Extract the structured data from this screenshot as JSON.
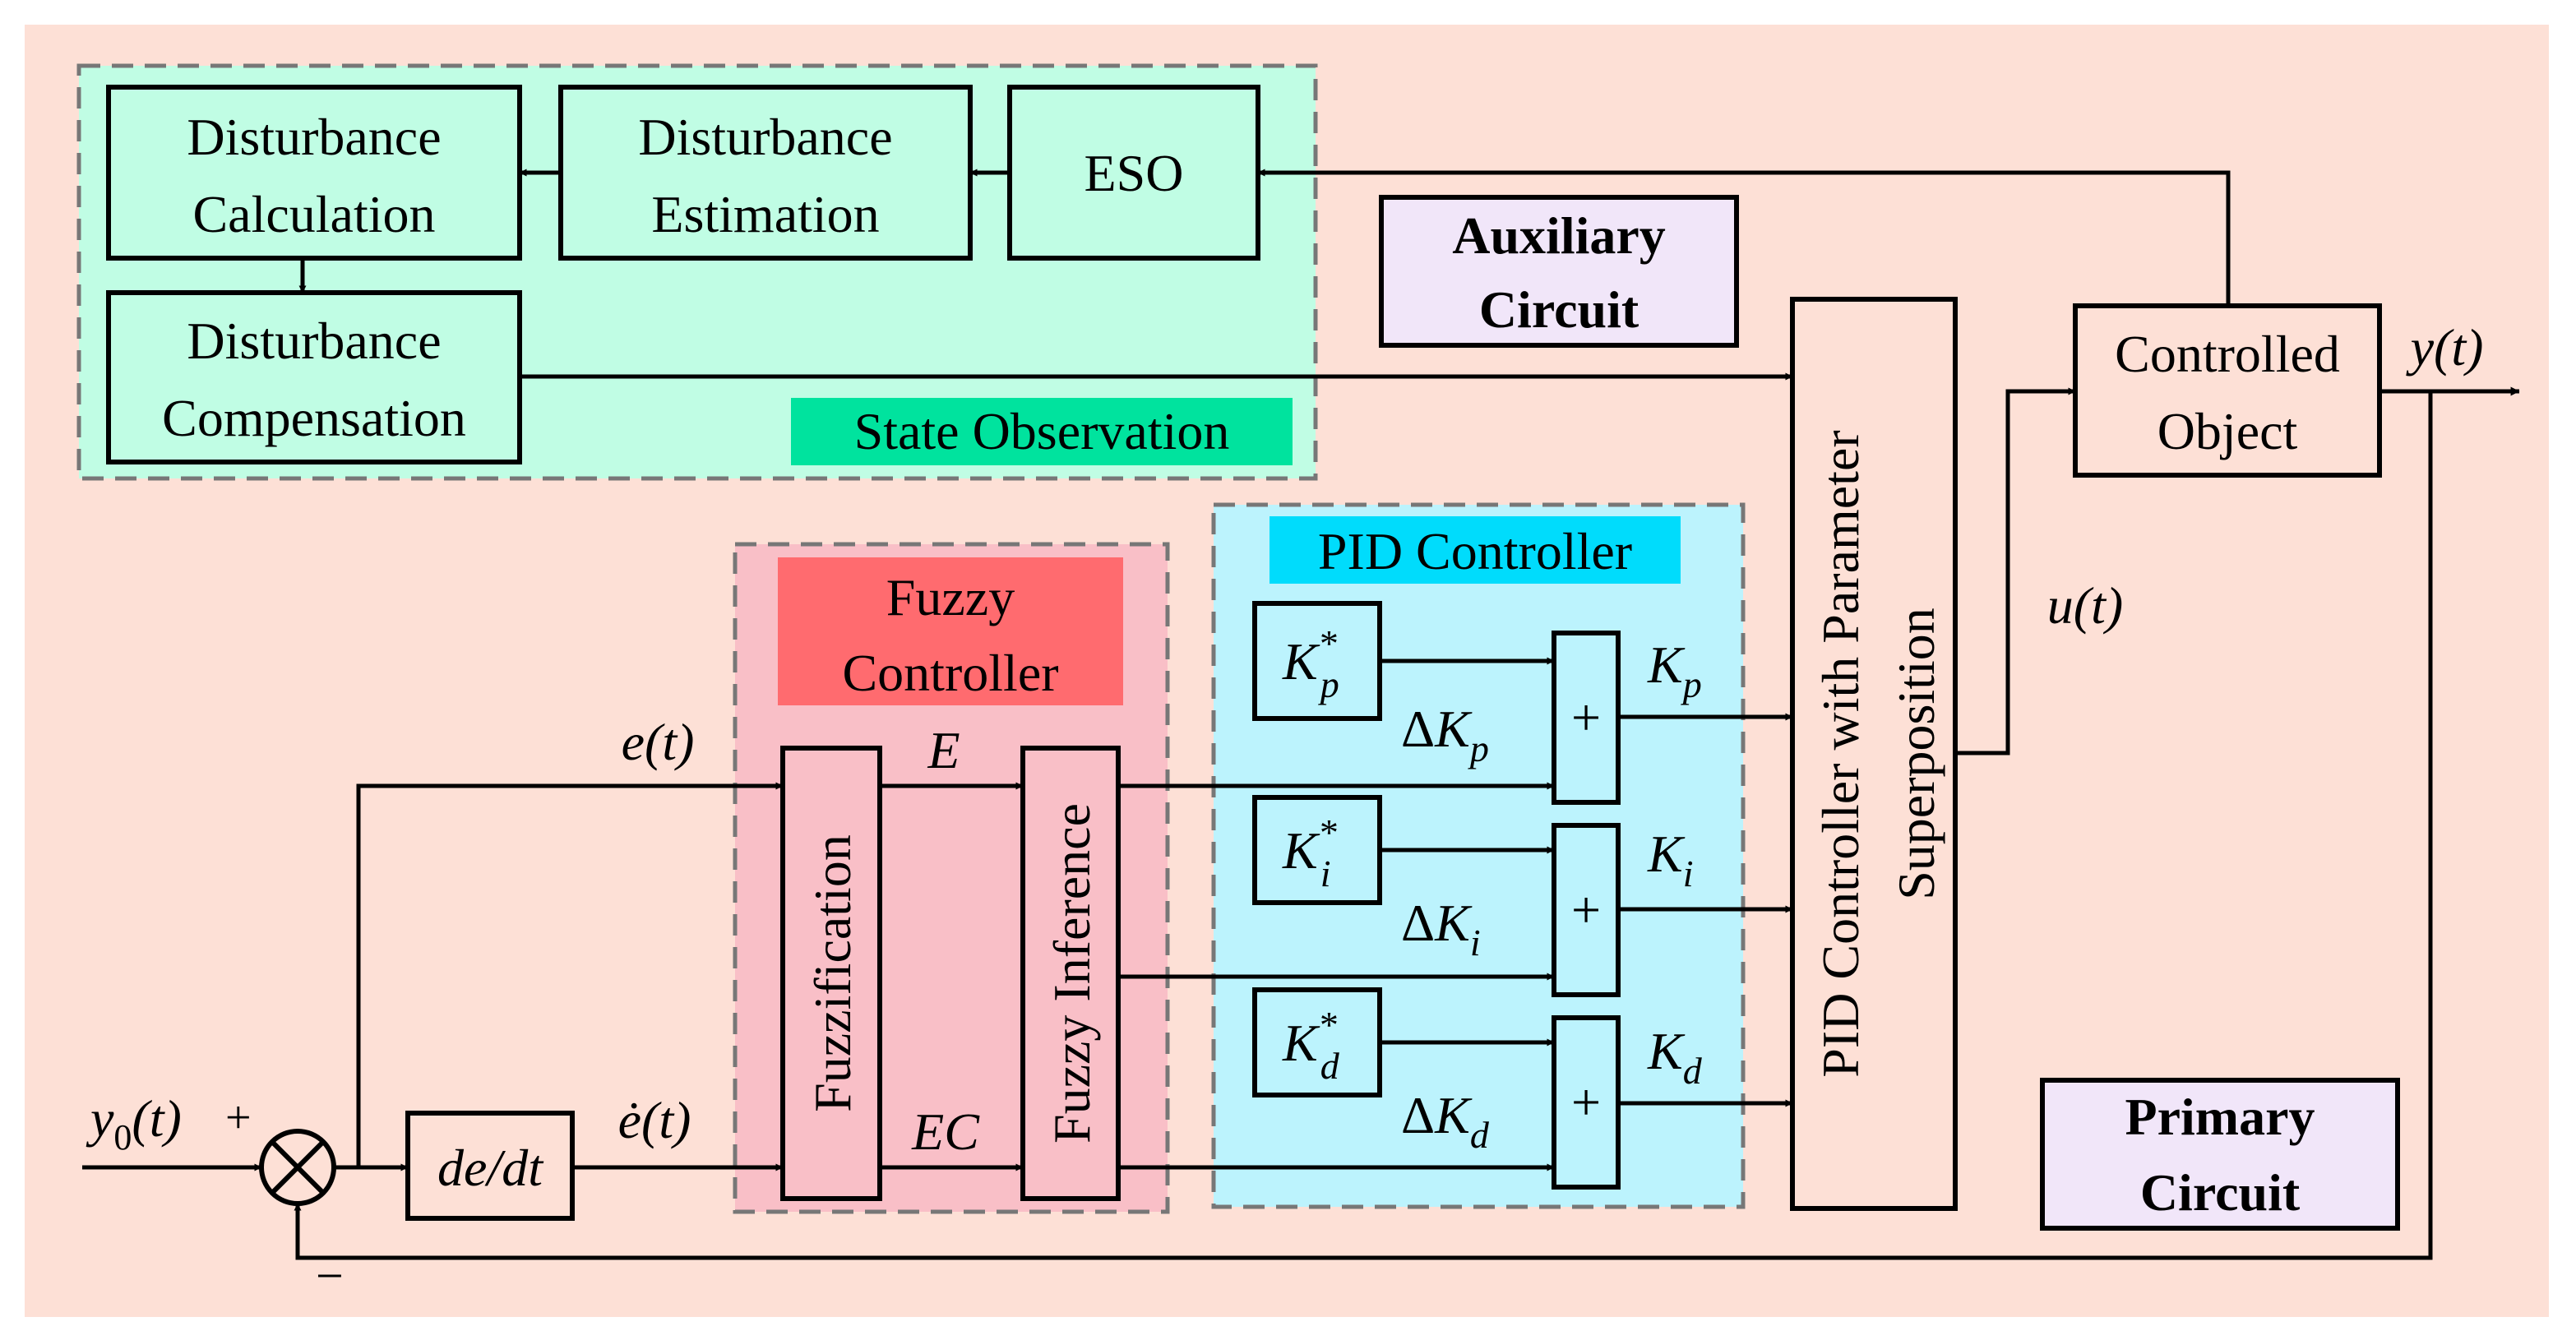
{
  "colors": {
    "background": "#fde0d6",
    "state_observation_region": "#c0fde4",
    "fuzzy_region": "#f9bfc7",
    "fuzzy_title": "#ff6b6f",
    "pid_region": "#bcf3fd",
    "pid_title": "#00dcfc",
    "state_title": "#00e39e",
    "circuit_label": "#f1e6f9",
    "line": "#000000"
  },
  "blocks": {
    "disturbance_calculation": [
      "Disturbance",
      "Calculation"
    ],
    "disturbance_estimation": [
      "Disturbance",
      "Estimation"
    ],
    "eso": "ESO",
    "disturbance_compensation": [
      "Disturbance",
      "Compensation"
    ],
    "controlled_object": [
      "Controlled",
      "Object"
    ],
    "fuzzification": "Fuzzification",
    "fuzzy_inference": "Fuzzy Inference",
    "pid_superposition": [
      "PID Controller with Parameter",
      "Superposition"
    ],
    "derivative": "de/dt",
    "sum": "+"
  },
  "region_titles": {
    "state_observation": "State Observation",
    "fuzzy_controller": [
      "Fuzzy",
      "Controller"
    ],
    "pid_controller": "PID Controller"
  },
  "circuit_labels": {
    "auxiliary": [
      "Auxiliary",
      "Circuit"
    ],
    "primary": [
      "Primary",
      "Circuit"
    ]
  },
  "signals": {
    "y0": {
      "main": "y",
      "sub": "0",
      "arg": "(t)"
    },
    "plus": "+",
    "minus": "−",
    "e": "e(t)",
    "edot": "ė(t)",
    "E": "E",
    "EC": "EC",
    "u": "u(t)",
    "y": "y(t)",
    "delta": "Δ"
  },
  "gains": [
    {
      "base": "K",
      "sub": "p",
      "star": "*"
    },
    {
      "base": "K",
      "sub": "i",
      "star": "*"
    },
    {
      "base": "K",
      "sub": "d",
      "star": "*"
    }
  ]
}
